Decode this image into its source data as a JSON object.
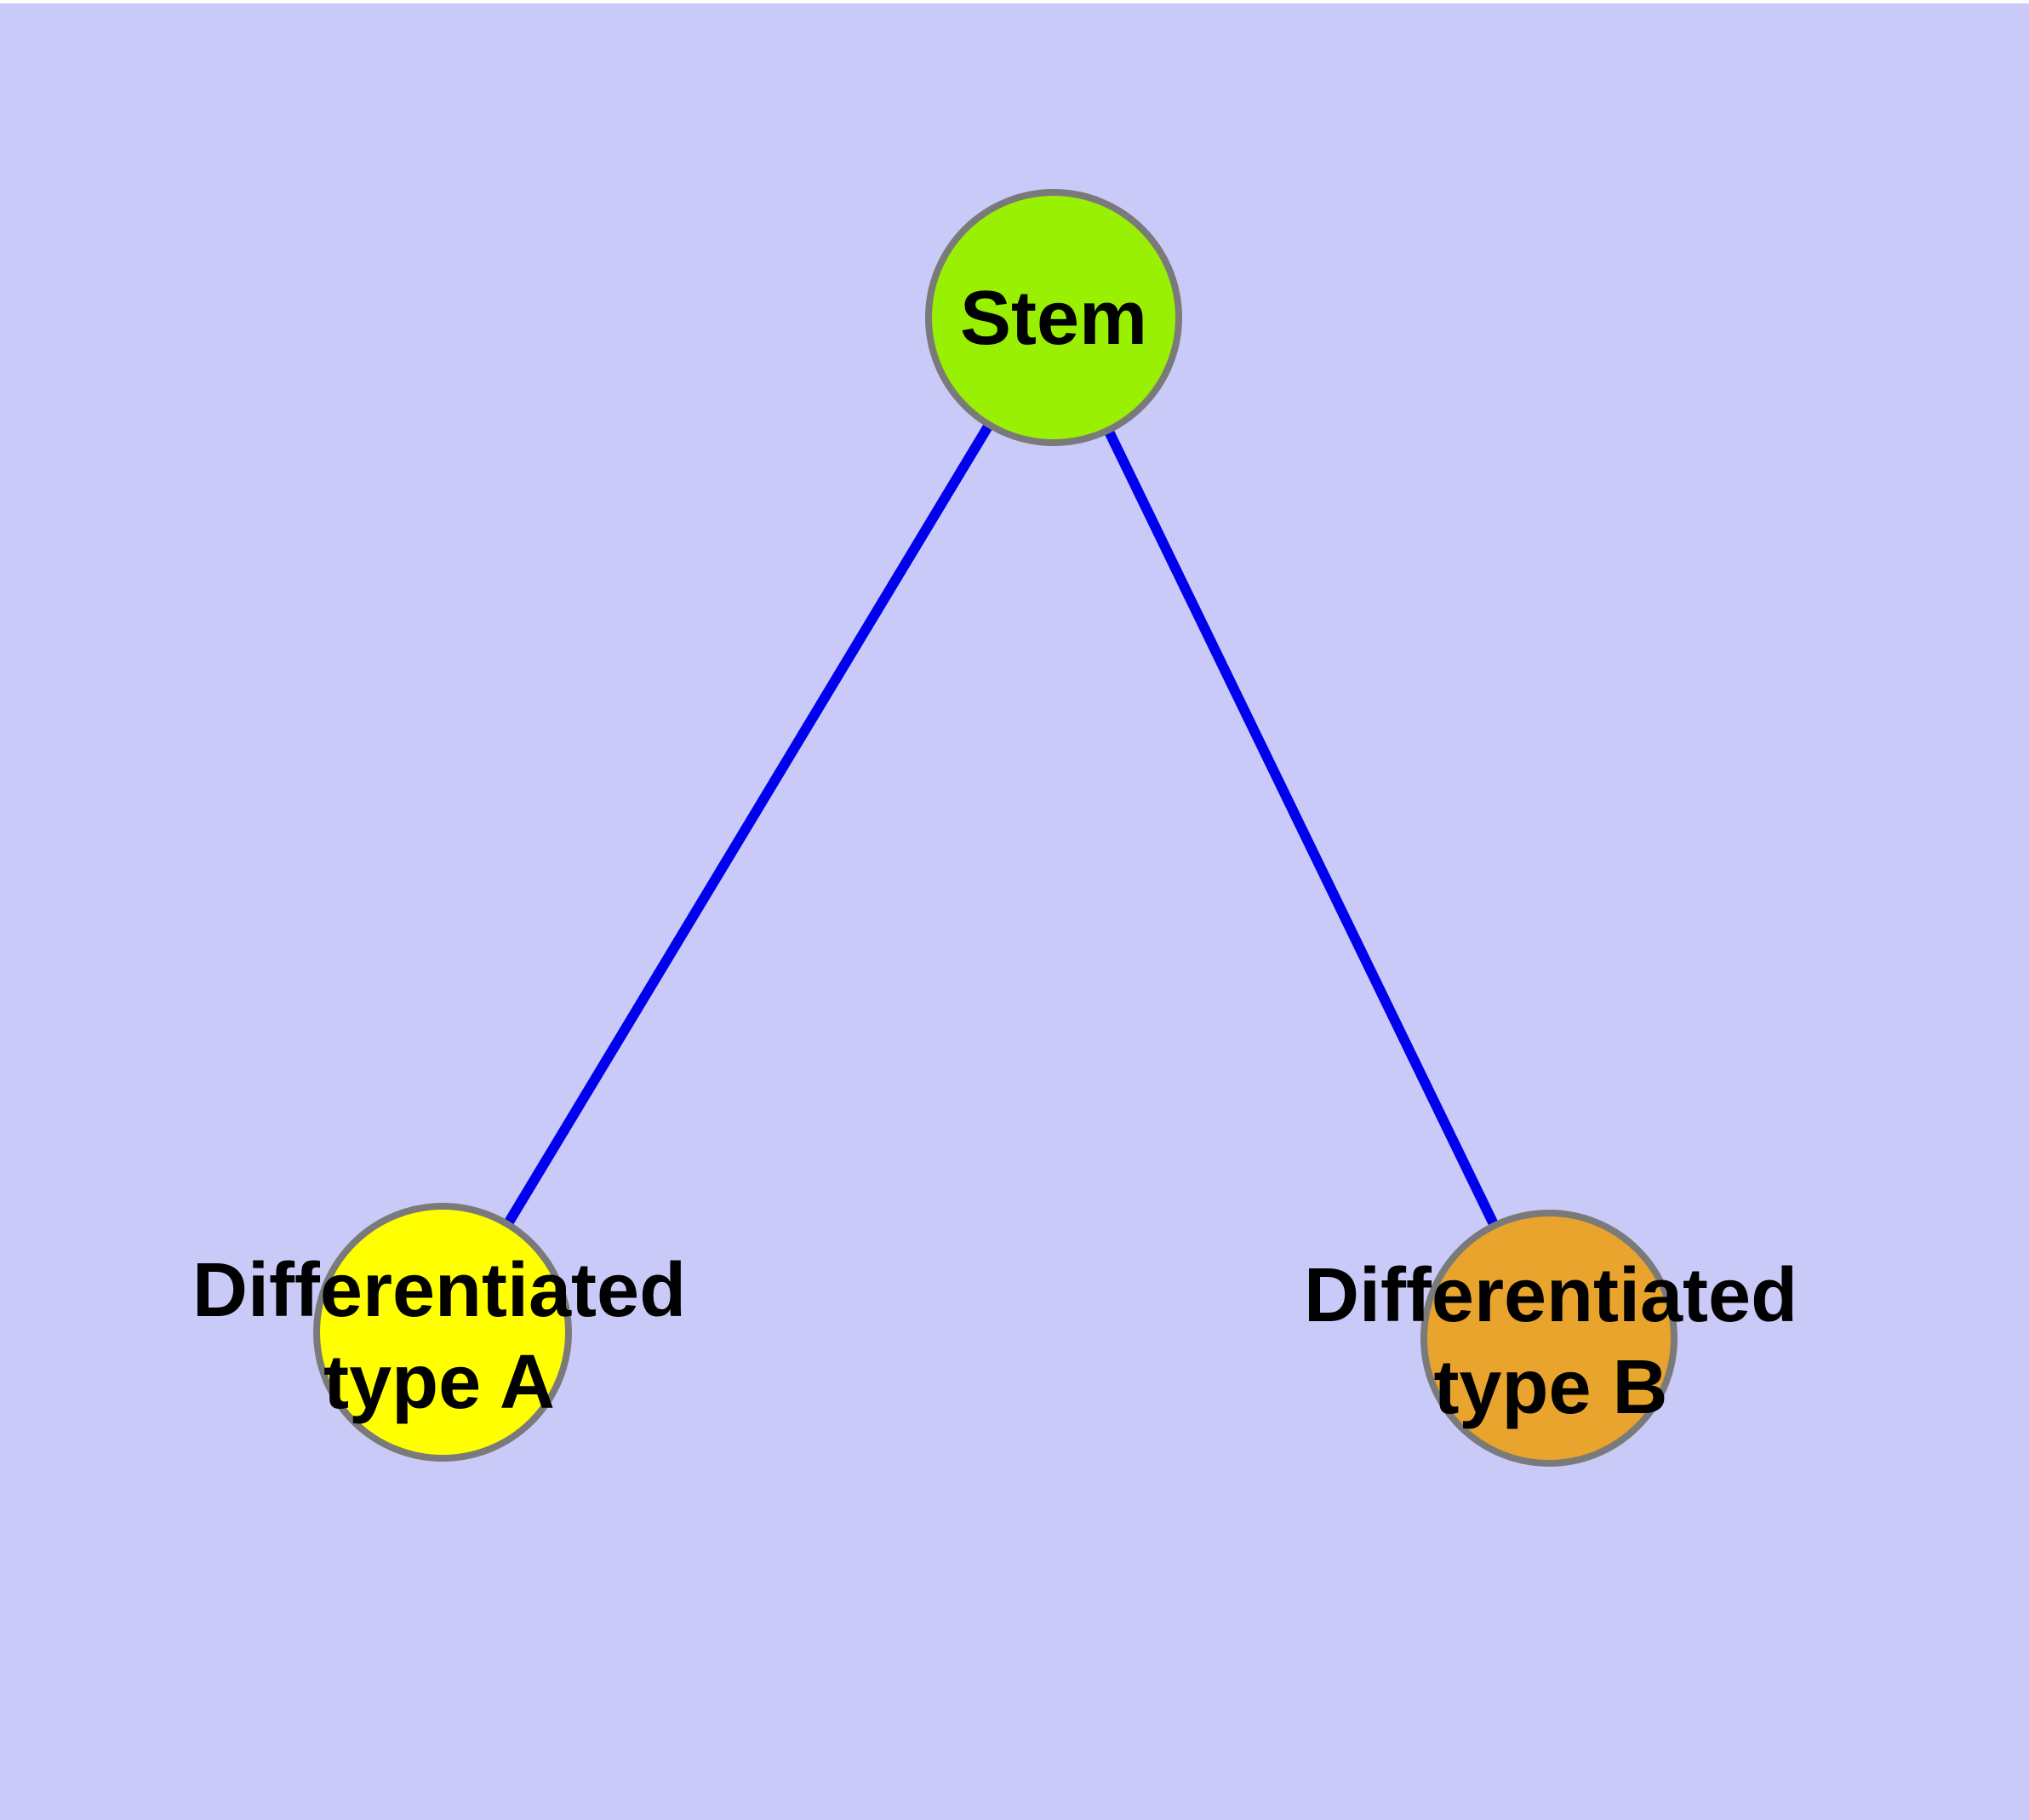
{
  "diagram": {
    "type": "node-link-graph",
    "background_color": "#CACAF8",
    "top_border_color": "#FFFFFF",
    "edge_color": "#0000EE",
    "node_border_color": "#7A7A7A",
    "nodes": [
      {
        "id": "stem",
        "label": "Stem",
        "fill_color": "#9AF002"
      },
      {
        "id": "diff-a",
        "label": "Differentiated\ntype A",
        "fill_color": "#FFFF00"
      },
      {
        "id": "diff-b",
        "label": "Differentiated\ntype B",
        "fill_color": "#E8A42C"
      }
    ],
    "edges": [
      {
        "from": "Stem",
        "to": "Differentiated type A"
      },
      {
        "from": "Stem",
        "to": "Differentiated type B"
      }
    ]
  }
}
